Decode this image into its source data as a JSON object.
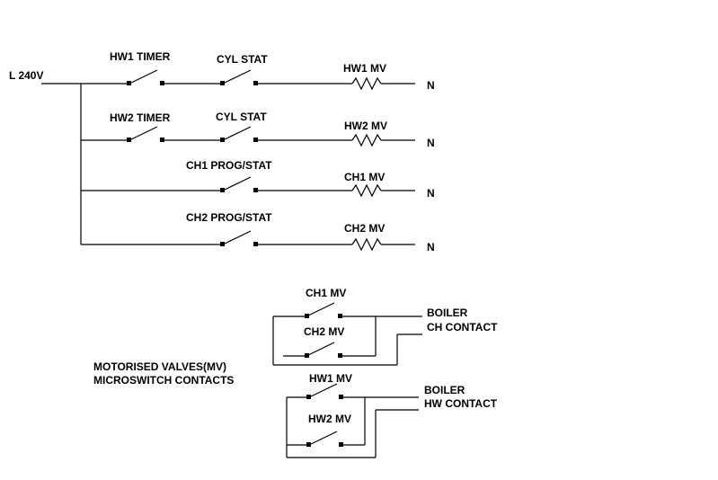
{
  "supply": {
    "live": "L 240V",
    "neutral": "N"
  },
  "branches": [
    {
      "timer": "HW1 TIMER",
      "stat": "CYL STAT",
      "valve": "HW1 MV"
    },
    {
      "timer": "HW2 TIMER",
      "stat": "CYL STAT",
      "valve": "HW2 MV"
    },
    {
      "stat": "CH1 PROG/STAT",
      "valve": "CH1 MV"
    },
    {
      "stat": "CH2 PROG/STAT",
      "valve": "CH2 MV"
    }
  ],
  "microswitch": {
    "title_line1": "MOTORISED VALVES(MV)",
    "title_line2": "MICROSWITCH CONTACTS",
    "ch_group": {
      "switch1": "CH1 MV",
      "switch2": "CH2 MV",
      "boiler": "BOILER",
      "contact": "CH CONTACT"
    },
    "hw_group": {
      "switch1": "HW1 MV",
      "switch2": "HW2 MV",
      "boiler": "BOILER",
      "contact": "HW CONTACT"
    }
  }
}
